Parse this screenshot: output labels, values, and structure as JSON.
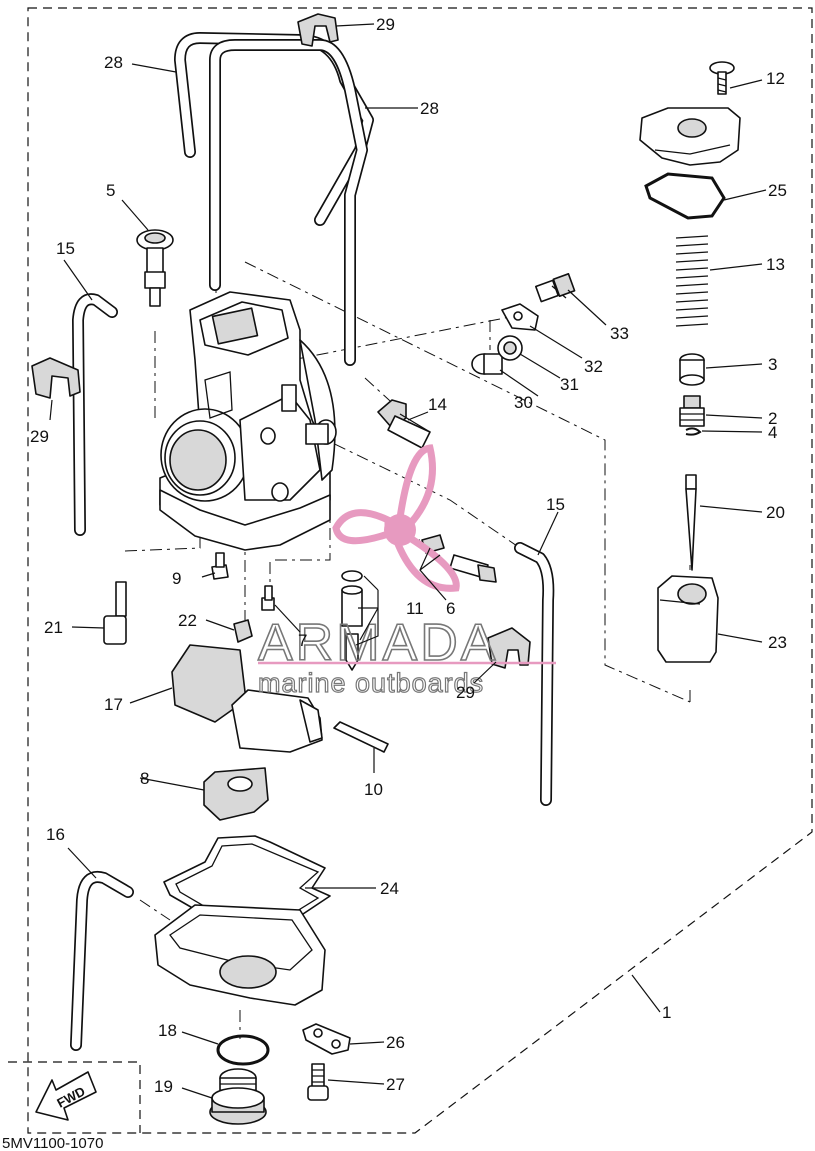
{
  "diagram_code": "5MV1100-1070",
  "fwd_label": "FWD",
  "watermark": {
    "brand": "ARMADA",
    "tagline": "marine outboards",
    "colors": {
      "logo": "#e79ac0",
      "text": "#777777",
      "line": "#e79ac0"
    }
  },
  "callouts": {
    "c1": "1",
    "c2": "2",
    "c3": "3",
    "c4": "4",
    "c5": "5",
    "c6": "6",
    "c7": "7",
    "c8": "8",
    "c9": "9",
    "c10": "10",
    "c11": "11",
    "c12": "12",
    "c13": "13",
    "c14": "14",
    "c15a": "15",
    "c15b": "15",
    "c16": "16",
    "c17": "17",
    "c18": "18",
    "c19": "19",
    "c20": "20",
    "c21": "21",
    "c22": "22",
    "c23": "23",
    "c24": "24",
    "c25": "25",
    "c26": "26",
    "c27": "27",
    "c28a": "28",
    "c28b": "28",
    "c29a": "29",
    "c29b": "29",
    "c29c": "29",
    "c30": "30",
    "c31": "31",
    "c32": "32",
    "c33": "33"
  }
}
